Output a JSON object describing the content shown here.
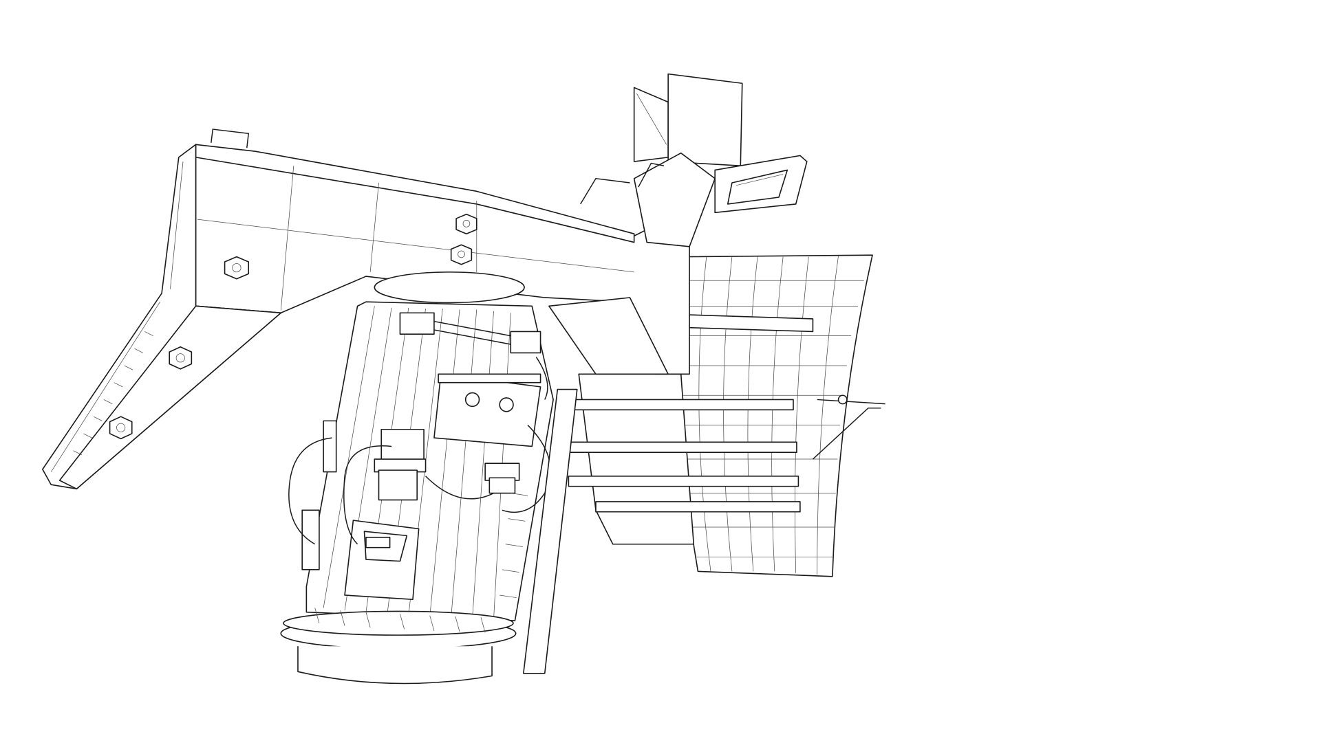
{
  "colors": {
    "background": "#ffffff",
    "line": "#1a1a1a",
    "wire": "#4a4a4a"
  },
  "drawing": {
    "style": "wireframe",
    "parts": [
      "beam",
      "leg",
      "cylinder",
      "control-box",
      "hex-nuts",
      "fan-shroud",
      "hopper",
      "ladder",
      "cables"
    ]
  }
}
